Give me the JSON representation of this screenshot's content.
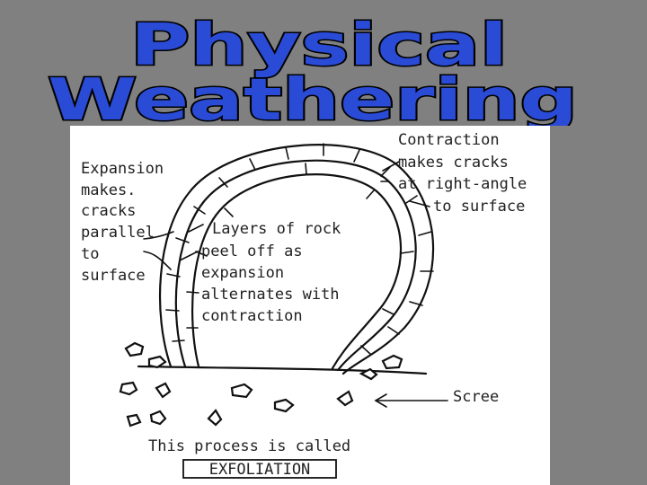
{
  "title": {
    "line1": "Physical",
    "line2": "Weathering"
  },
  "diagram": {
    "labels": {
      "expansion": [
        "Expansion",
        "makes.",
        "cracks",
        "parallel",
        "to",
        "surface"
      ],
      "contraction": [
        "Contraction",
        "makes cracks",
        "at right-angle",
        "to surface"
      ],
      "layers": [
        "Layers of rock",
        "peel off as",
        "expansion",
        "alternates with",
        "contraction"
      ],
      "scree": "Scree",
      "process": "This process is called",
      "answer": "EXFOLIATION"
    }
  },
  "colors": {
    "background": "#808080",
    "title_fill": "#2a4bd6",
    "title_outline": "#000000",
    "panel": "#ffffff",
    "ink": "#111111"
  }
}
